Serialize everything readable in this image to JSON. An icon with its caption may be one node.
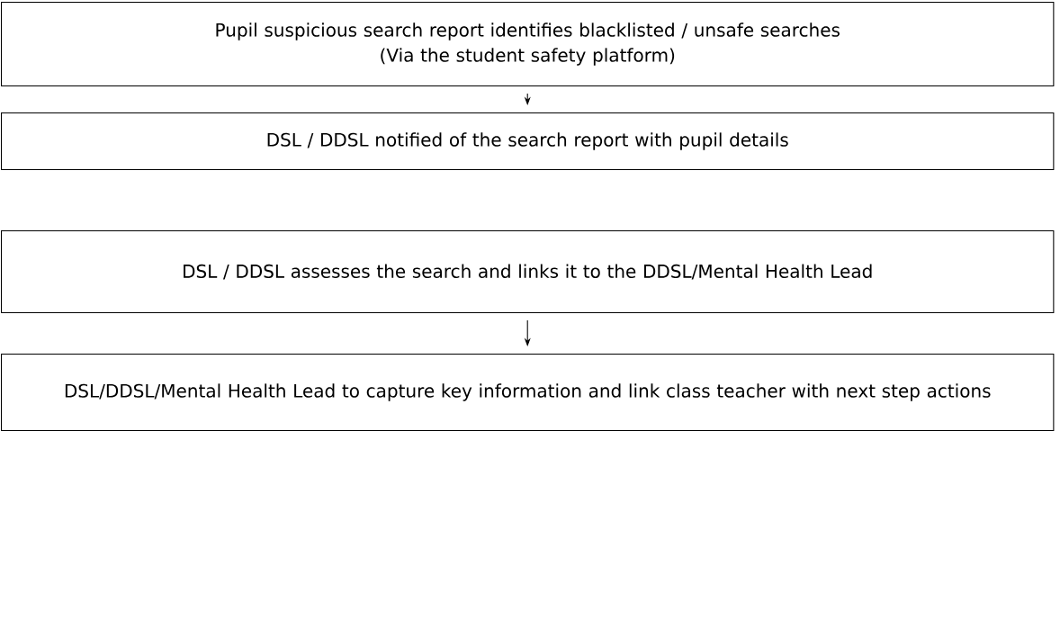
{
  "diagram": {
    "nodes": [
      {
        "text": [
          "Pupil suspicious search report identifies blacklisted / unsafe searches",
          "(Via the student safety platform)"
        ]
      },
      {
        "text": [
          "DSL / DDSL notified of the search report with pupil details"
        ]
      },
      {
        "text": [
          "DSL / DDSL assesses the search and links it to the DDSL/Mental Health Lead"
        ]
      },
      {
        "text": [
          "DSL/DDSL/Mental Health Lead to capture key information and link class teacher with next step actions"
        ]
      }
    ],
    "edges": [
      {
        "from": 0,
        "to": 1,
        "arrow": "to"
      },
      {
        "from": 2,
        "to": 3,
        "arrow": "to"
      }
    ]
  }
}
